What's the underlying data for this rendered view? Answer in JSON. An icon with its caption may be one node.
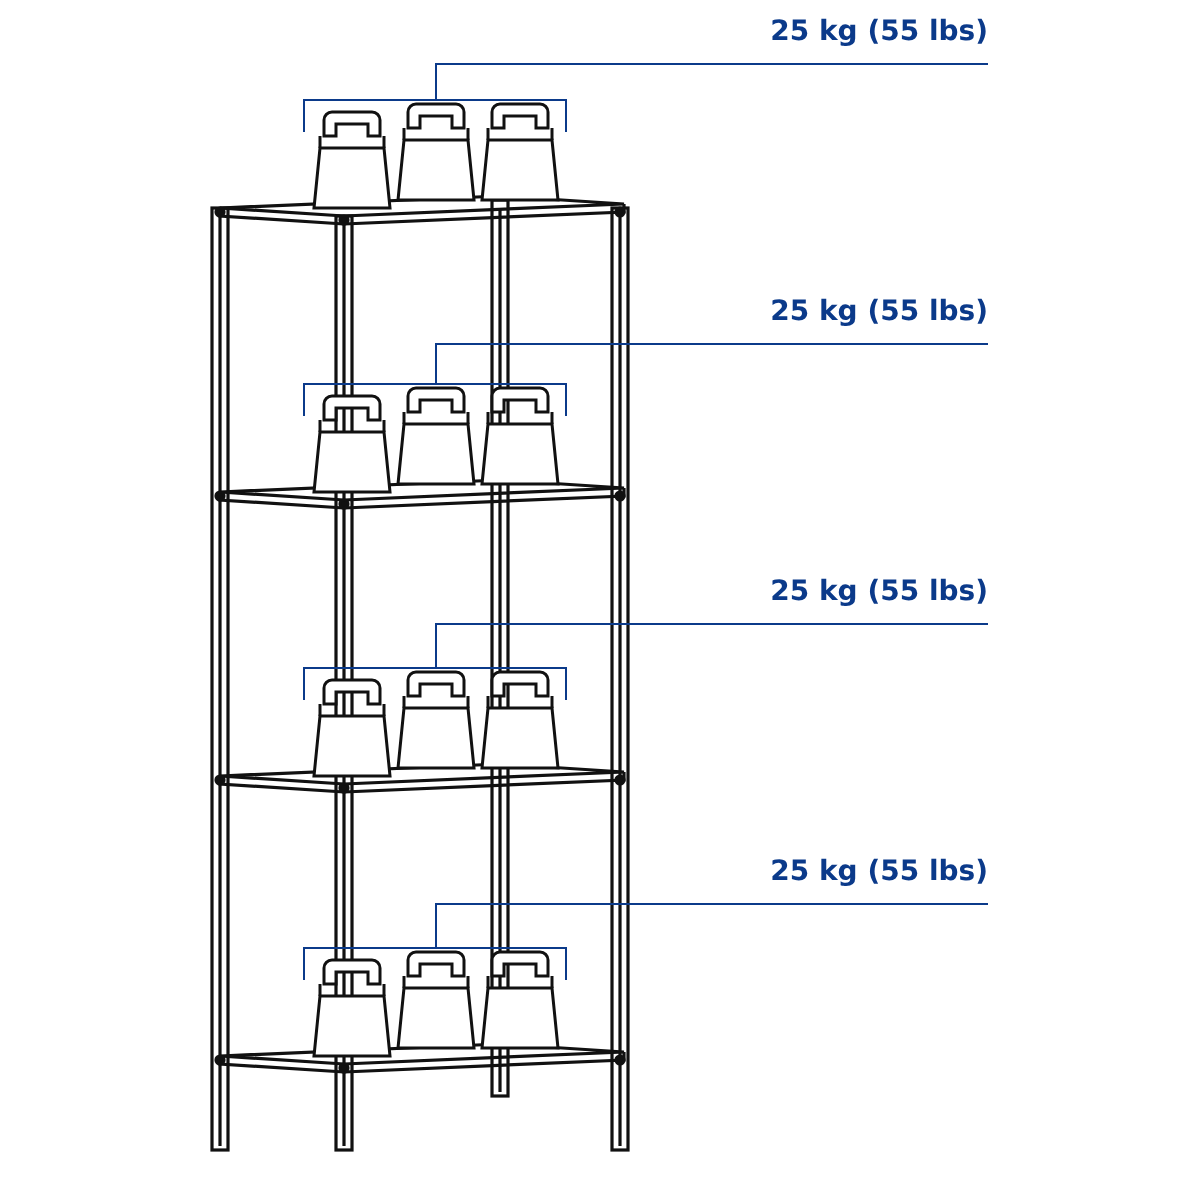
{
  "diagram": {
    "nodes": [
      {
        "text": [
          "25 kg (55 lbs)"
        ]
      },
      {
        "text": [],
        "shape": "picture"
      },
      {
        "text": [
          "25 kg (55 lbs)"
        ]
      },
      {
        "text": [],
        "shape": "picture"
      },
      {
        "text": [
          "25 kg (55 lbs)"
        ]
      },
      {
        "text": [],
        "shape": "picture"
      },
      {
        "text": [
          "25 kg (55 lbs)"
        ]
      },
      {
        "text": [],
        "shape": "picture"
      }
    ],
    "edges": [
      {
        "from": 0,
        "to": 1,
        "arrow": "none"
      },
      {
        "from": 2,
        "to": 3,
        "arrow": "none"
      },
      {
        "from": 4,
        "to": 5,
        "arrow": "none"
      },
      {
        "from": 6,
        "to": 7,
        "arrow": "none"
      }
    ]
  }
}
